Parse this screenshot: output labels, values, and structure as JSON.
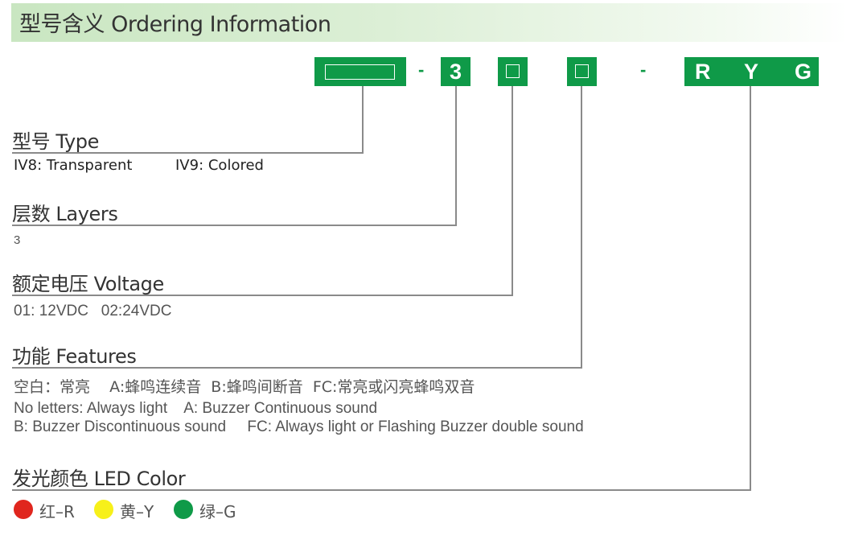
{
  "header": {
    "title": "型号含义 Ordering Information"
  },
  "code": {
    "layers_value": "3",
    "dash": "-",
    "colors": [
      "R",
      "Y",
      "G"
    ],
    "box_color": "#0f9a48"
  },
  "type": {
    "title": "型号 Type",
    "options": [
      "IV8: Transparent",
      "IV9: Colored"
    ]
  },
  "layers": {
    "title": "层数 Layers",
    "value": "3"
  },
  "voltage": {
    "title": "额定电压 Voltage",
    "options": "01: 12VDC   02:24VDC"
  },
  "features": {
    "title": "功能 Features",
    "cn_line": "空白：常亮    A:蜂鸣连续音  B:蜂鸣间断音  FC:常亮或闪亮蜂鸣双音",
    "en_line1": "No letters: Always light    A: Buzzer Continuous sound",
    "en_line2": "B: Buzzer Discontinuous sound     FC: Always light or Flashing Buzzer double sound"
  },
  "led": {
    "title": "发光颜色 LED Color",
    "items": [
      {
        "label": "红–R",
        "color": "#e0261e",
        "icon": "red-dot"
      },
      {
        "label": "黄–Y",
        "color": "#f7f01a",
        "icon": "yellow-dot"
      },
      {
        "label": "绿–G",
        "color": "#0f9a48",
        "icon": "green-dot"
      }
    ]
  }
}
